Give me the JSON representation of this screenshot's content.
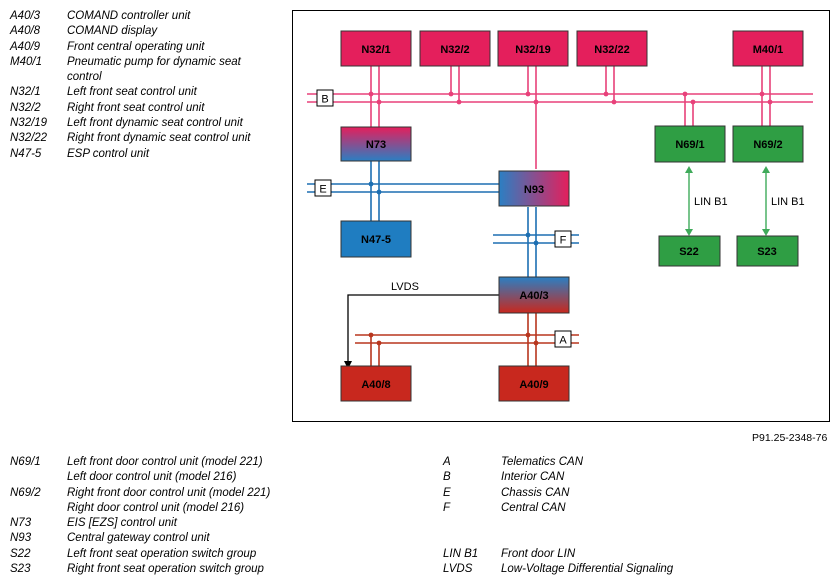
{
  "top_legend": [
    {
      "code": "A40/3",
      "desc": "COMAND controller unit"
    },
    {
      "code": "A40/8",
      "desc": "COMAND display"
    },
    {
      "code": "A40/9",
      "desc": "Front central operating unit"
    },
    {
      "code": "M40/1",
      "desc": "Pneumatic pump for dynamic seat control"
    },
    {
      "code": "N32/1",
      "desc": "Left front seat control unit"
    },
    {
      "code": "N32/2",
      "desc": "Right front seat control unit"
    },
    {
      "code": "N32/19",
      "desc": "Left front dynamic seat control unit"
    },
    {
      "code": "N32/22",
      "desc": "Right front dynamic seat control unit"
    },
    {
      "code": "N47-5",
      "desc": "ESP control unit"
    }
  ],
  "bottom_left_legend": [
    {
      "code": "N69/1",
      "desc": "Left front door control unit (model 221)"
    },
    {
      "code": "",
      "desc": "Left door control unit (model 216)"
    },
    {
      "code": "N69/2",
      "desc": "Right front door control unit (model 221)"
    },
    {
      "code": "",
      "desc": "Right door control unit (model 216)"
    },
    {
      "code": "N73",
      "desc": "EIS [EZS] control unit"
    },
    {
      "code": "N93",
      "desc": "Central gateway control unit"
    },
    {
      "code": "S22",
      "desc": "Left front seat operation switch group"
    },
    {
      "code": "S23",
      "desc": "Right front seat operation switch group"
    }
  ],
  "bottom_right_legend": [
    {
      "code": "A",
      "desc": "Telematics CAN"
    },
    {
      "code": "B",
      "desc": "Interior CAN"
    },
    {
      "code": "E",
      "desc": "Chassis CAN"
    },
    {
      "code": "F",
      "desc": "Central CAN"
    },
    {
      "code": "",
      "desc": ""
    },
    {
      "code": "",
      "desc": ""
    },
    {
      "code": "LIN B1",
      "desc": "Front door LIN"
    },
    {
      "code": "LVDS",
      "desc": "Low-Voltage Differential Signaling"
    }
  ],
  "figure_id": "P91.25-2348-76",
  "diagram": {
    "nodes": {
      "n32_1": "N32/1",
      "n32_2": "N32/2",
      "n32_19": "N32/19",
      "n32_22": "N32/22",
      "m40_1": "M40/1",
      "n73": "N73",
      "n69_1": "N69/1",
      "n69_2": "N69/2",
      "n93": "N93",
      "n47_5": "N47-5",
      "s22": "S22",
      "s23": "S23",
      "a40_3": "A40/3",
      "a40_8": "A40/8",
      "a40_9": "A40/9"
    },
    "bus_labels": {
      "b": "B",
      "e": "E",
      "f": "F",
      "a": "A"
    },
    "lin_left": "LIN B1",
    "lin_right": "LIN B1",
    "lvds": "LVDS"
  },
  "colors": {
    "interior_can": "#e8417a",
    "chassis_can": "#1d6fb2",
    "central_can": "#1d6fb2",
    "telematics_can": "#b8361e",
    "pink_node": "#e41f5c",
    "blue_node": "#1f7dc1",
    "green_node": "#2f9e44",
    "red_node": "#c8281e",
    "lin_line": "#3faa5a"
  }
}
